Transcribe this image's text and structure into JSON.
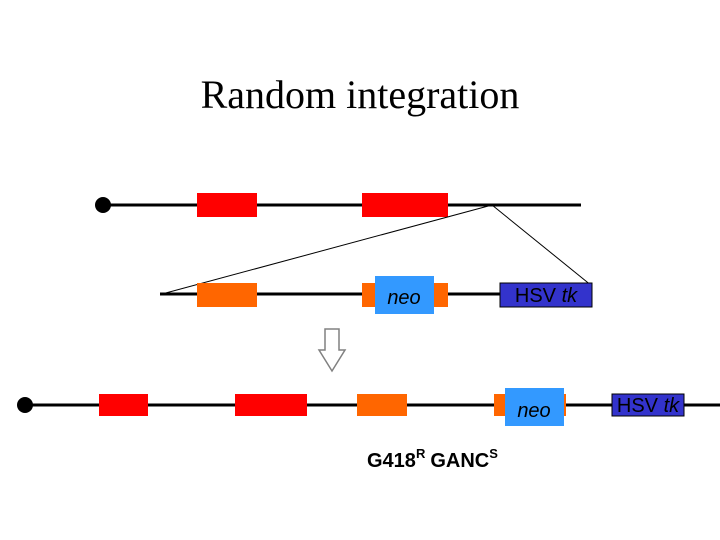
{
  "title": "Random integration",
  "labels": {
    "neo": "neo",
    "hsv": "HSV",
    "tk": "tk"
  },
  "result": {
    "g418": "G418",
    "g418_sup": "R",
    "ganc": "GANC",
    "ganc_sup": "S"
  },
  "colors": {
    "exon": "#ff0000",
    "arm": "#ff6600",
    "neo": "#3399ff",
    "hsv": "#3333cc",
    "line": "#000000",
    "arrow_outline": "#808080"
  }
}
